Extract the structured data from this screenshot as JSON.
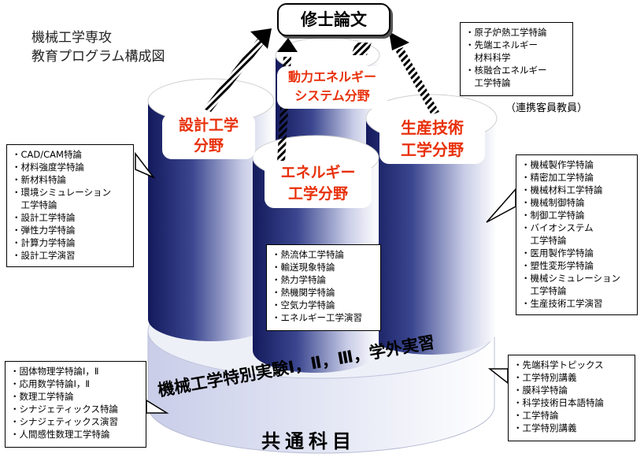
{
  "page_title": {
    "line1": "機械工学専攻",
    "line2": "教育プログラム構成図"
  },
  "thesis": "修士論文",
  "fields": {
    "design": {
      "line1": "設計工学",
      "line2": "分野"
    },
    "power": {
      "line1": "動力エネルギー",
      "line2": "システム分野"
    },
    "production": {
      "line1": "生産技術",
      "line2": "工学分野"
    },
    "energy": {
      "line1": "エネルギー",
      "line2": "工学分野"
    }
  },
  "base": {
    "experiment": "機械工学特別実験Ⅰ，Ⅱ，Ⅲ，学外実習",
    "common": "共通科目"
  },
  "visiting_note": "（連携客員教員）",
  "colors": {
    "field_label": "#e8300a",
    "cylinder_dark": "#1c2468",
    "cylinder_light": "#ffffff",
    "arrow": "#000000"
  },
  "boxes": {
    "visiting": [
      "・原子炉熱工学特論",
      "・先端エネルギー",
      "　材料科学",
      "・核融合エネルギー",
      "　工学特論"
    ],
    "design": [
      "・CAD/CAM特論",
      "・材料強度学特論",
      "・新材料特論",
      "・環境シミュレーション",
      "　工学特論",
      "・設計工学特論",
      "・弾性力学特論",
      "・計算力学特論",
      "・設計工学演習"
    ],
    "production": [
      "・機械製作学特論",
      "・精密加工学特論",
      "・機械材料工学特論",
      "・機械制御特論",
      "・制御工学特論",
      "・バイオシステム",
      "　工学特論",
      "・医用製作学特論",
      "・塑性変形学特論",
      "・機械シミュレーション",
      "　工学特論",
      "・生産技術工学演習"
    ],
    "energy": [
      "・熱流体工学特論",
      "・輸送現象特論",
      "・熱力学特論",
      "・熱機関学特論",
      "・空気力学特論",
      "・エネルギー工学演習"
    ],
    "common_left": [
      "・固体物理学特論Ⅰ，Ⅱ",
      "・応用数学特論Ⅰ，Ⅱ",
      "・数理工学特論",
      "・シナジェティックス特論",
      "・シナジェティックス演習",
      "・人間感性数理工学特論"
    ],
    "common_right": [
      "・先端科学トピックス",
      "・工学特別講義",
      "・膜科学特論",
      "・科学技術日本語特論",
      "・工学特論",
      "・工学特別講義"
    ]
  }
}
